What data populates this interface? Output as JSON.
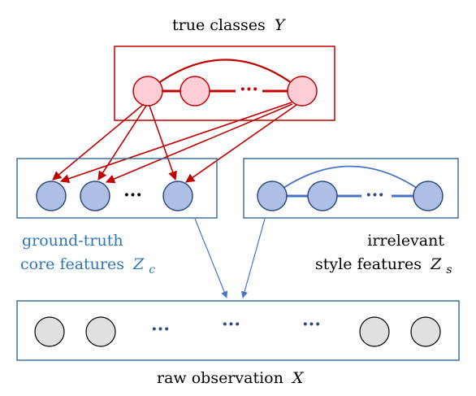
{
  "labels": {
    "true_classes": "true classes",
    "true_classes_sym": "Y",
    "core_line1": "ground-truth",
    "core_line2": "core features",
    "core_sym": "Z",
    "core_sub": "c",
    "style_line1": "irrelevant",
    "style_line2": "style features",
    "style_sym": "Z",
    "style_sub": "s",
    "raw": "raw observation",
    "raw_sym": "X"
  },
  "ellipsis": "···",
  "colors": {
    "red": "#c00000",
    "red_fill": "#ffcdd6",
    "blue": "#4472c4",
    "blue_dark": "#2e4a7d",
    "blue_fill": "#aebfe6",
    "blue_text": "#2e75b6",
    "gray_fill": "#e0e0e0",
    "box_stroke": "#41719c"
  }
}
